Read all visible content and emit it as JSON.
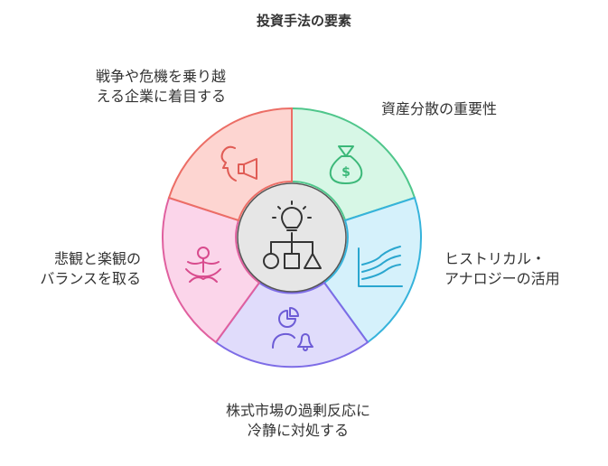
{
  "title": "投資手法の要素",
  "center": {
    "icon": "lightbulb-decision-icon"
  },
  "segments": [
    {
      "id": "diversification",
      "label": "資産分散の重要性",
      "icon": "money-bag-icon",
      "fill": "#d7f7e6",
      "stroke": "#4fc68b",
      "icon_color": "#3cb879"
    },
    {
      "id": "historical",
      "label": "ヒストリカル・\nアナロジーの活用",
      "icon": "line-chart-icon",
      "fill": "#d5f1fb",
      "stroke": "#36b3db",
      "icon_color": "#2aa6cf"
    },
    {
      "id": "overreaction",
      "label": "株式市場の過剰反応に\n冷静に対処する",
      "icon": "pie-chart-bell-icon",
      "fill": "#e0dcfb",
      "stroke": "#7d6ce6",
      "icon_color": "#6d5cd6"
    },
    {
      "id": "balance",
      "label": "悲観と楽観の\nバランスを取る",
      "icon": "meditation-icon",
      "fill": "#fbd5ea",
      "stroke": "#e0609f",
      "icon_color": "#d84b8d"
    },
    {
      "id": "crisis",
      "label": "戦争や危機を乗り越\nえる企業に着目する",
      "icon": "speaking-head-megaphone-icon",
      "fill": "#fdd5d1",
      "stroke": "#ec6e66",
      "icon_color": "#e05c55"
    }
  ]
}
